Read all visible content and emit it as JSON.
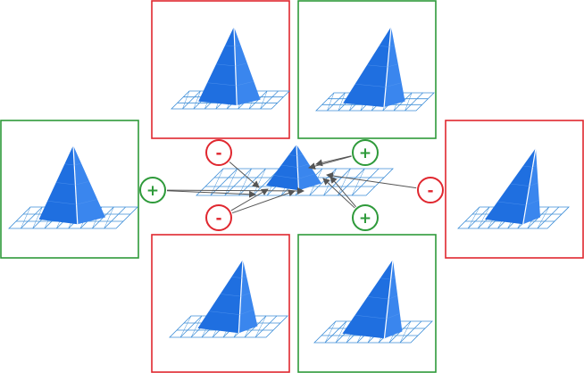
{
  "colors": {
    "positive": "#2e9a3a",
    "negative": "#e0272f",
    "pyramid_main": "#1f6fe0",
    "pyramid_light": "#3a86ee",
    "pyramid_dark": "#1758c0",
    "grid": "#3f8fd8",
    "arrow": "#555555",
    "background": "#ffffff"
  },
  "panels": [
    {
      "id": "top-left",
      "sign": "negative"
    },
    {
      "id": "top-right",
      "sign": "positive"
    },
    {
      "id": "left",
      "sign": "positive"
    },
    {
      "id": "right",
      "sign": "negative"
    },
    {
      "id": "bottom-left",
      "sign": "negative"
    },
    {
      "id": "bottom-right",
      "sign": "positive"
    }
  ],
  "badges": [
    {
      "id": "minus-top",
      "label": "-",
      "sign": "negative"
    },
    {
      "id": "plus-top",
      "label": "+",
      "sign": "positive"
    },
    {
      "id": "plus-left",
      "label": "+",
      "sign": "positive"
    },
    {
      "id": "minus-right",
      "label": "-",
      "sign": "negative"
    },
    {
      "id": "minus-bottom",
      "label": "-",
      "sign": "negative"
    },
    {
      "id": "plus-bottom",
      "label": "+",
      "sign": "positive"
    }
  ]
}
